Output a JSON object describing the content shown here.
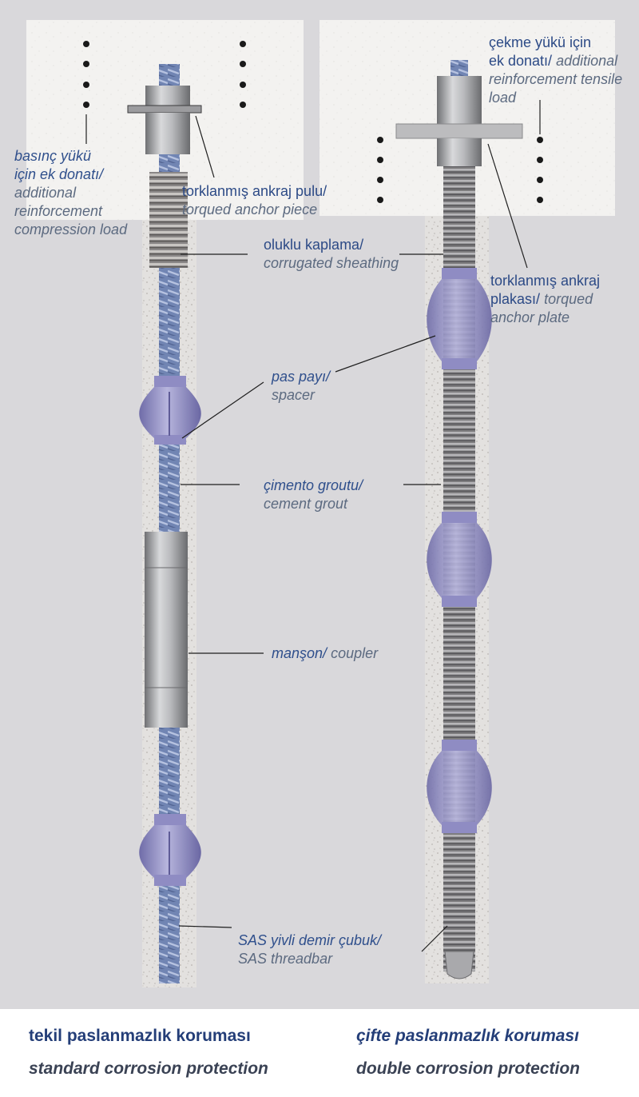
{
  "labels": {
    "compression": {
      "l1": "basınç yükü",
      "l2": "için ek donatı/",
      "l3": "additional",
      "l4": "reinforcement",
      "l5": "compression load"
    },
    "tensile": {
      "l1": "çekme yükü için",
      "l2a": "ek donatı/",
      "l2b": "additional",
      "l3": "reinforcement tensile",
      "l4": "load"
    },
    "anchor_piece": {
      "tr": "torklanmış ankraj pulu/",
      "en": "torqued anchor piece"
    },
    "anchor_plate": {
      "l1": "torklanmış ankraj",
      "l2a": "plakası/",
      "l2b": "torqued",
      "l3": "anchor plate"
    },
    "sheathing": {
      "tr": "oluklu kaplama/",
      "en": "corrugated sheathing"
    },
    "spacer": {
      "tr": "pas payı/",
      "en": "spacer"
    },
    "grout": {
      "tr": "çimento groutu/",
      "en": "cement grout"
    },
    "coupler": {
      "tr": "manşon/",
      "en": "coupler"
    },
    "threadbar": {
      "tr": "SAS yivli demir çubuk/",
      "en": "SAS threadbar"
    }
  },
  "captions": {
    "left_tr": "tekil paslanmazlık koruması",
    "left_en": "standard corrosion protection",
    "right_tr": "çifte paslanmazlık koruması",
    "right_en": "double corrosion protection"
  },
  "colors": {
    "background": "#d9d8db",
    "concrete": "#f2f1ef",
    "steel": "#8c8d90",
    "bar": "#6c80b0",
    "spacer": "#9a97c9",
    "label_blue": "#2c4a86",
    "caption_blue": "#243e78"
  }
}
